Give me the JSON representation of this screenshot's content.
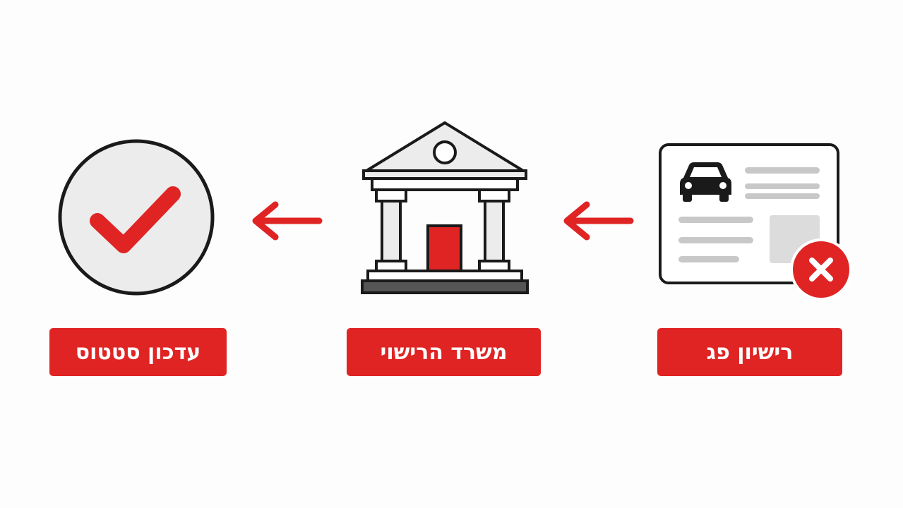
{
  "colors": {
    "accent": "#e02424",
    "outline": "#1a1a1a",
    "fill_light": "#ececec",
    "step_dark": "#555555",
    "line_gray": "#c8c8c8",
    "background": "#fdfdfd"
  },
  "steps": [
    {
      "icon": "expired-license-icon",
      "label": "רישיון פג"
    },
    {
      "icon": "government-office-icon",
      "label": "משרד הרישוי"
    },
    {
      "icon": "check-circle-icon",
      "label": "עדכון סטטוס"
    }
  ],
  "connectors": [
    {
      "icon": "arrow-left-icon",
      "direction": "left"
    },
    {
      "icon": "arrow-left-icon",
      "direction": "left"
    }
  ]
}
